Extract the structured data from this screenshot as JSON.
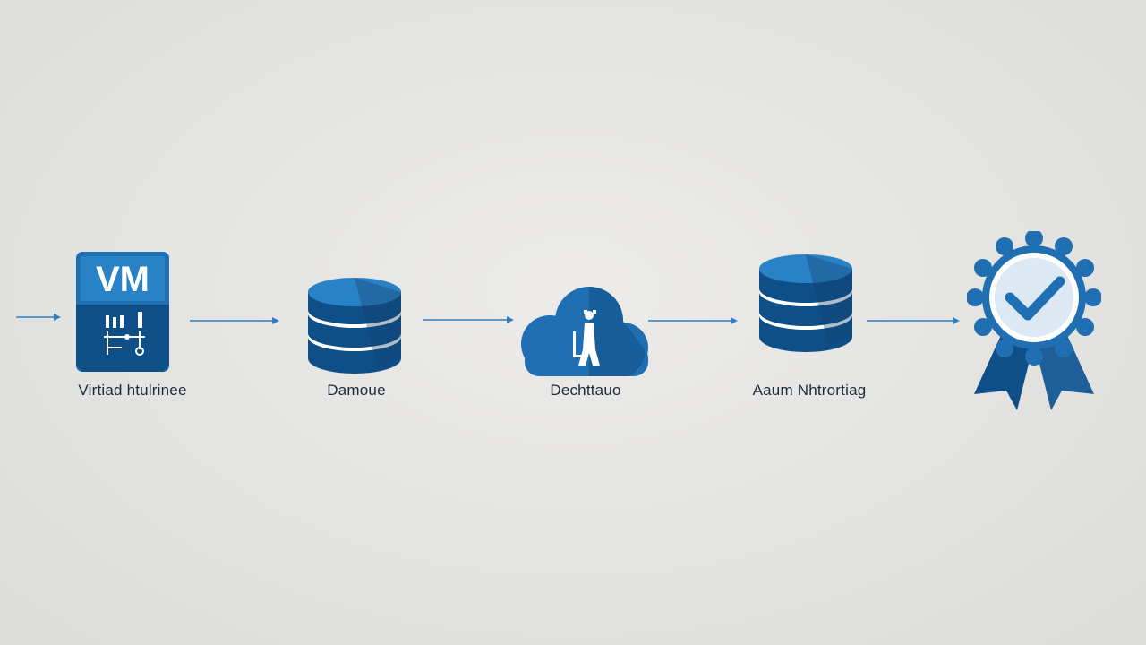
{
  "diagram": {
    "colors": {
      "primary": "#1f6fb2",
      "dark": "#0e4f87",
      "light": "#3a8fd0",
      "arrow": "#2f7fc0",
      "white": "#ffffff",
      "label": "#1f2a36"
    },
    "nodes": [
      {
        "id": "vm",
        "icon": "vm-icon",
        "badge_text": "VM",
        "label": "Virtiad htulrinee"
      },
      {
        "id": "db1",
        "icon": "database-icon",
        "label": "Damoue"
      },
      {
        "id": "cloud",
        "icon": "cloud-icon",
        "label": "Dechttauo"
      },
      {
        "id": "db2",
        "icon": "database-icon",
        "label": "Aaum Nhtrortiag"
      },
      {
        "id": "badge",
        "icon": "award-badge-icon",
        "label": ""
      }
    ],
    "edges": [
      {
        "from": "start",
        "to": "vm"
      },
      {
        "from": "vm",
        "to": "db1"
      },
      {
        "from": "db1",
        "to": "cloud"
      },
      {
        "from": "cloud",
        "to": "db2"
      },
      {
        "from": "db2",
        "to": "badge"
      }
    ]
  }
}
